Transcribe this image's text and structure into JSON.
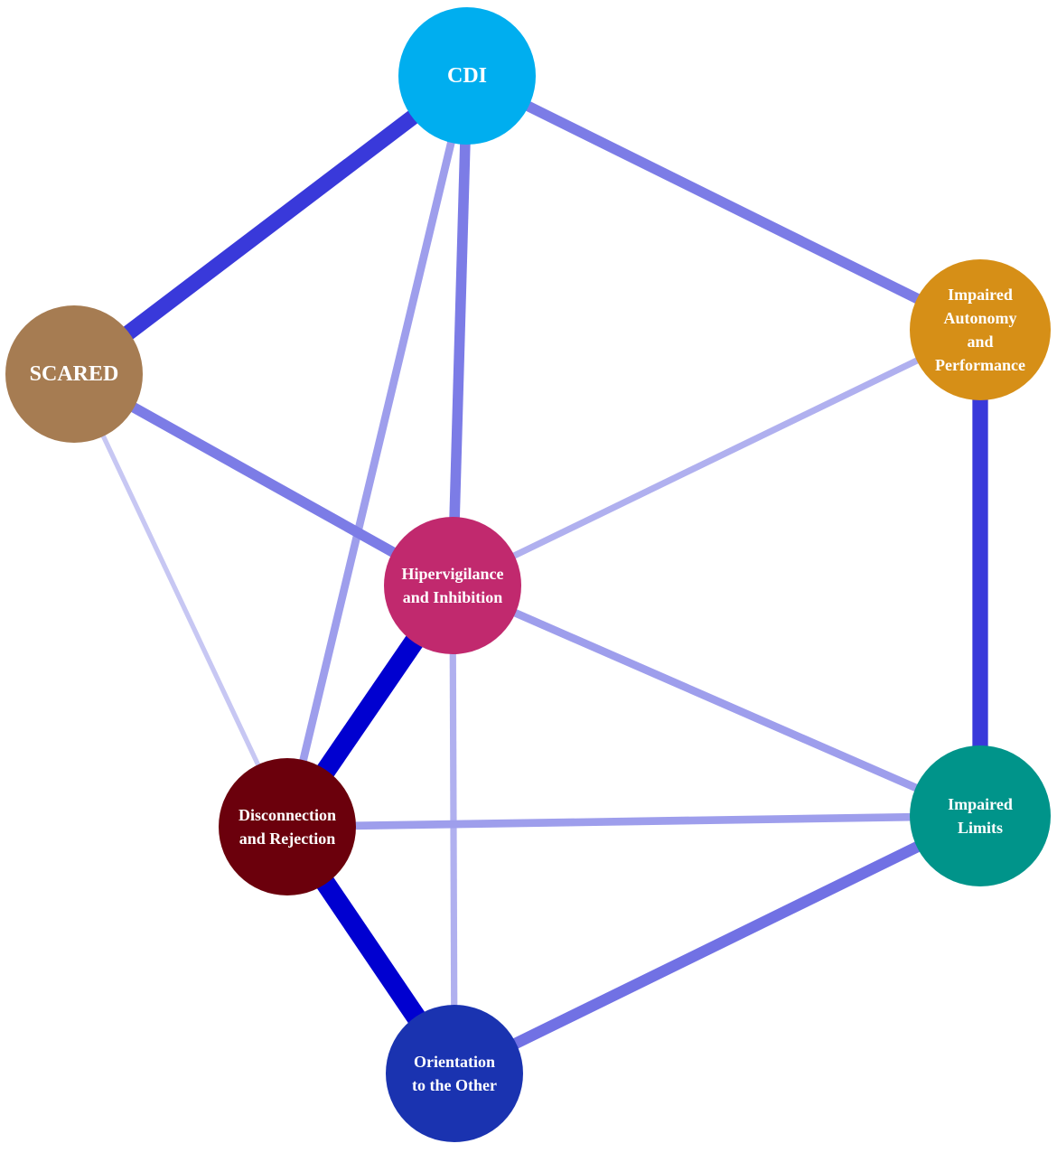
{
  "nodes": [
    {
      "id": "cdi",
      "lines": [
        "CDI"
      ],
      "color": "#00AEEF"
    },
    {
      "id": "scared",
      "lines": [
        "SCARED"
      ],
      "color": "#A67C52"
    },
    {
      "id": "iap",
      "lines": [
        "Impaired",
        "Autonomy",
        "and",
        "Performance"
      ],
      "color": "#D68F17"
    },
    {
      "id": "hi",
      "lines": [
        "Hipervigilance",
        "and Inhibition"
      ],
      "color": "#C1296E"
    },
    {
      "id": "dr",
      "lines": [
        "Disconnection",
        "and Rejection"
      ],
      "color": "#6B000C"
    },
    {
      "id": "il",
      "lines": [
        "Impaired",
        "Limits"
      ],
      "color": "#00948A"
    },
    {
      "id": "oo",
      "lines": [
        "Orientation",
        "to the Other"
      ],
      "color": "#1A33B0"
    }
  ],
  "edges": [
    {
      "source": "cdi",
      "target": "scared",
      "weight": 0.75
    },
    {
      "source": "cdi",
      "target": "iap",
      "weight": 0.45
    },
    {
      "source": "cdi",
      "target": "hi",
      "weight": 0.45
    },
    {
      "source": "cdi",
      "target": "dr",
      "weight": 0.3
    },
    {
      "source": "scared",
      "target": "hi",
      "weight": 0.45
    },
    {
      "source": "scared",
      "target": "dr",
      "weight": 0.12
    },
    {
      "source": "iap",
      "target": "hi",
      "weight": 0.22
    },
    {
      "source": "iap",
      "target": "il",
      "weight": 0.75
    },
    {
      "source": "hi",
      "target": "dr",
      "weight": 1.0
    },
    {
      "source": "hi",
      "target": "il",
      "weight": 0.3
    },
    {
      "source": "hi",
      "target": "oo",
      "weight": 0.22
    },
    {
      "source": "dr",
      "target": "il",
      "weight": 0.3
    },
    {
      "source": "dr",
      "target": "oo",
      "weight": 1.0
    },
    {
      "source": "il",
      "target": "oo",
      "weight": 0.5
    }
  ]
}
